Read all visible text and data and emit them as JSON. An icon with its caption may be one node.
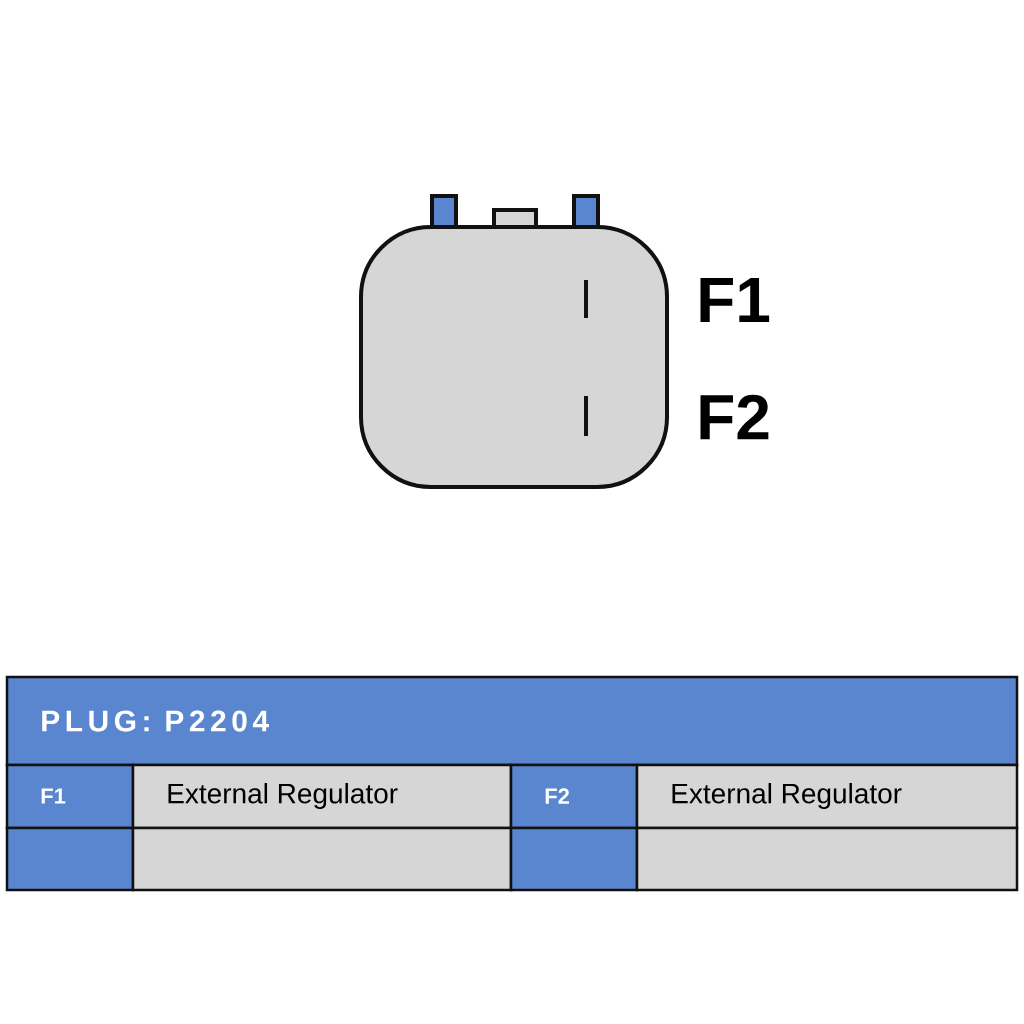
{
  "diagram": {
    "labels": [
      "F1",
      "F2",
      "PLUG: P2204",
      "F1",
      "External Regulator",
      "F2",
      "External Regulator"
    ]
  }
}
